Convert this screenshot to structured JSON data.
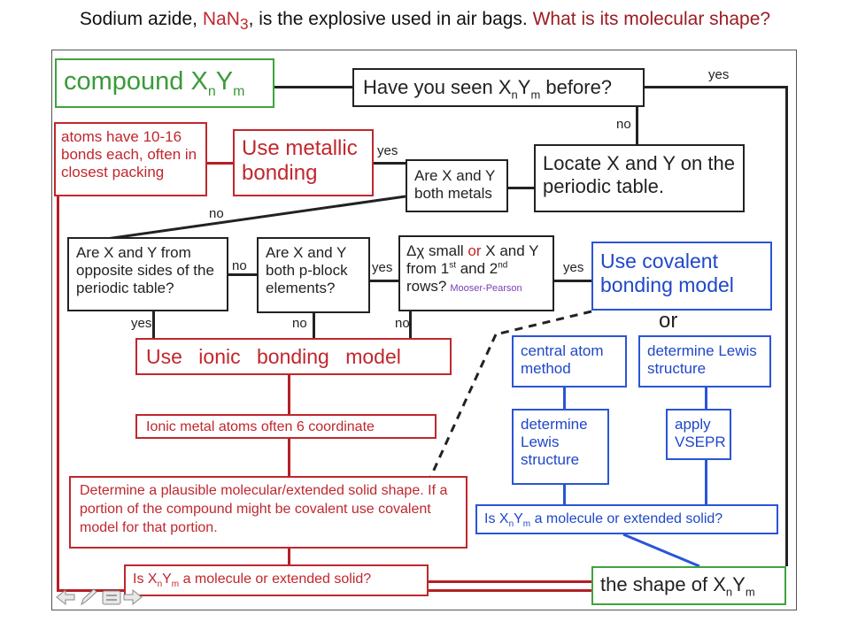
{
  "header": {
    "part1": "Sodium azide, ",
    "formula": "NaN",
    "formula_sub": "3",
    "part2": ", is the explosive used in air bags. ",
    "question": "What is its molecular shape?"
  },
  "colors": {
    "black": "#222222",
    "red": "#c0272d",
    "blue": "#2a55d6",
    "green": "#3fa33f"
  },
  "nodes": {
    "compound": {
      "pre": "compound X",
      "sub_n": "n",
      "mid": "Y",
      "sub_m": "m"
    },
    "seen_before": {
      "pre": "Have you seen X",
      "sub_n": "n",
      "mid": "Y",
      "sub_m": "m",
      "post": " before?"
    },
    "atoms_bonds": "atoms have 10-16 bonds each, often in closest packing",
    "metallic": "Use metallic bonding",
    "both_metals": "Are X and Y both metals",
    "locate": "Locate X and Y on the periodic table.",
    "opposite_sides": "Are X and Y from opposite sides of the periodic table?",
    "p_block": "Are X and Y both p-block elements?",
    "dchi": {
      "sym": "Δχ",
      "t1": " small ",
      "or": "or",
      "t2": " X and Y from 1",
      "s1": "st",
      "t3": " and 2",
      "s2": "nd",
      "t4": " rows?",
      "note": "Mooser-Pearson"
    },
    "covalent": "Use covalent bonding model",
    "or": "or",
    "central_atom": "central atom method",
    "det_lewis_right": "determine Lewis structure",
    "det_lewis_left": "determine Lewis structure",
    "vsepr": "apply VSEPR",
    "ionic": "Use ionic bonding model",
    "coord6": "Ionic metal atoms often 6 coordinate",
    "plausible": "Determine a plausible molecular/extended solid shape. If a portion of the compound might be covalent use covalent model for that portion.",
    "mol_or_solid_blue": {
      "pre": "Is X",
      "sub_n": "n",
      "mid": "Y",
      "sub_m": "m",
      "post": " a molecule or extended solid?"
    },
    "mol_or_solid_red": {
      "pre": "Is X",
      "sub_n": "n",
      "mid": "Y",
      "sub_m": "m",
      "post": " a molecule or extended solid?"
    },
    "shape": {
      "pre": "the shape of X",
      "sub_n": "n",
      "mid": "Y",
      "sub_m": "m"
    }
  },
  "labels": {
    "yes_top": "yes",
    "no_seen": "no",
    "yes_metals": "yes",
    "no_metals": "no",
    "no_opp": "no",
    "yes_pblock": "yes",
    "yes_dchi": "yes",
    "yes_ionic": "yes",
    "no_pblock": "no",
    "no_dchi": "no"
  },
  "nav_icons": [
    "arrow-left-icon",
    "pen-icon",
    "menu-icon",
    "arrow-right-icon"
  ]
}
